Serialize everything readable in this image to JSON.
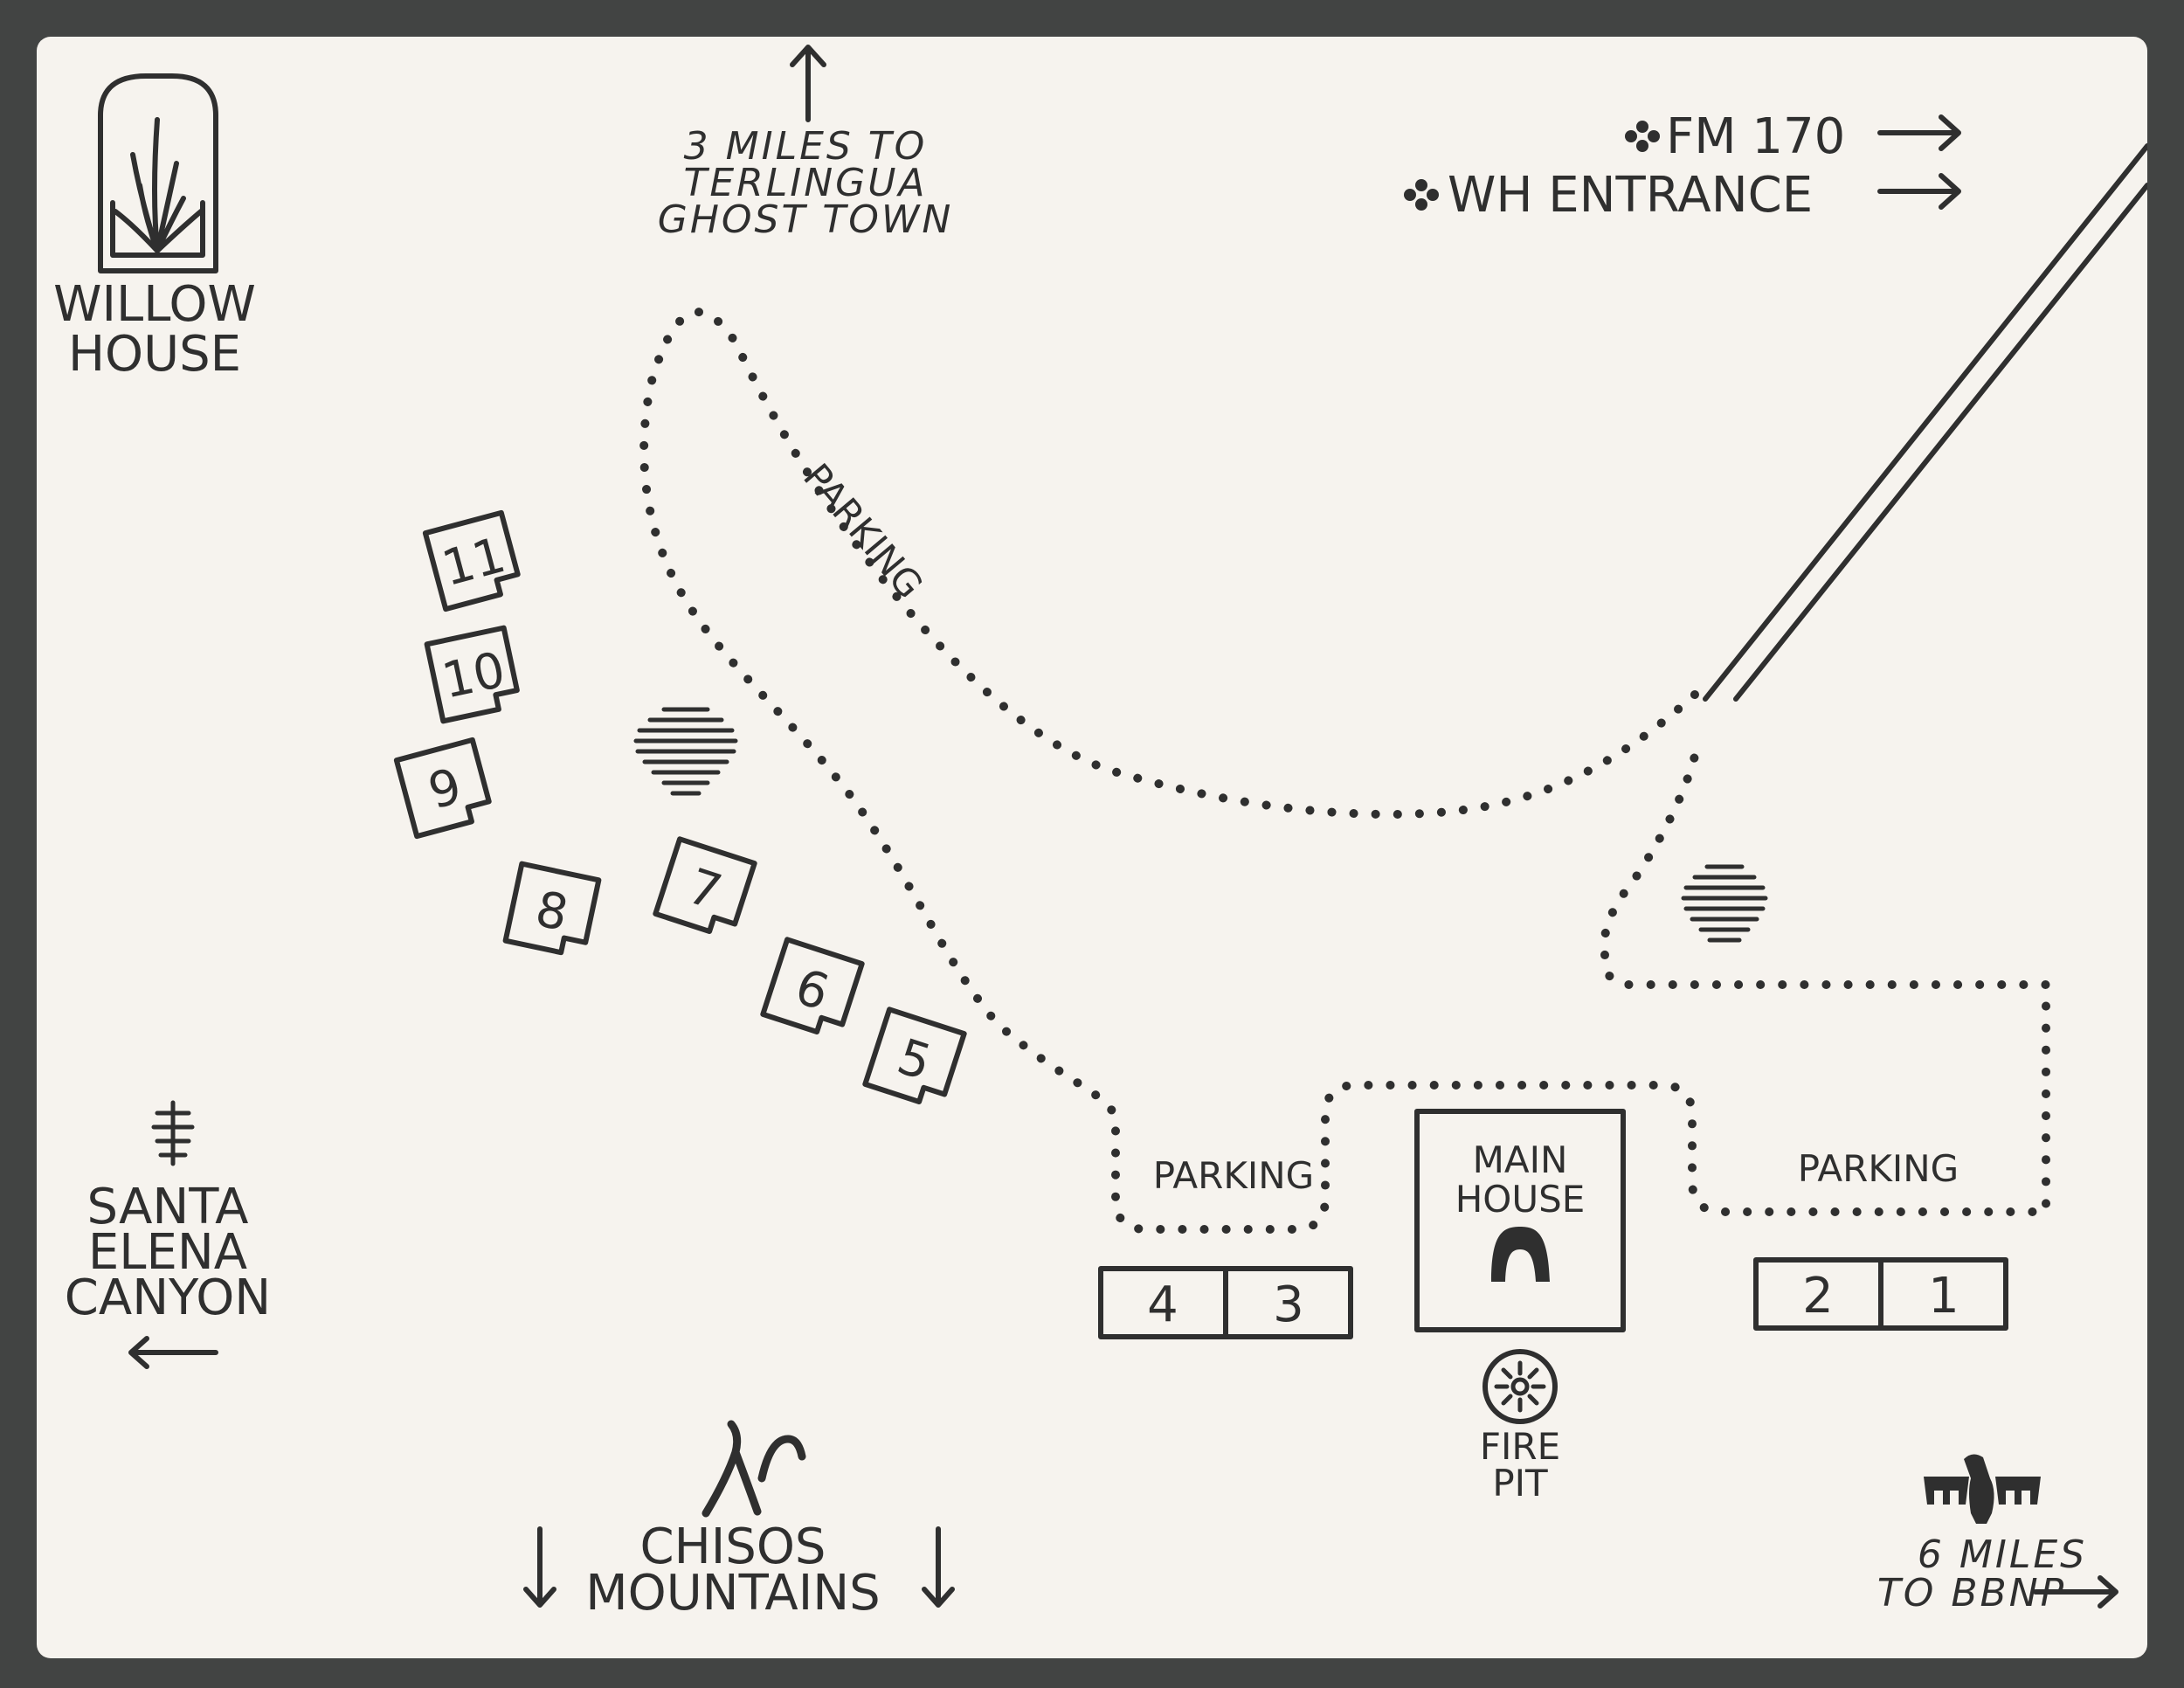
{
  "brand": {
    "line1": "WILLOW",
    "line2": "HOUSE"
  },
  "directions": {
    "terlingua": [
      "3 MILES TO",
      "TERLINGUA",
      "GHOST TOWN"
    ],
    "fm170": "FM 170",
    "wh_entrance": "WH ENTRANCE",
    "santa_elena": [
      "SANTA",
      "ELENA",
      "CANYON"
    ],
    "chisos": [
      "CHISOS",
      "MOUNTAINS"
    ],
    "bbnp": [
      "6 MILES",
      "TO BBNP"
    ]
  },
  "parking": {
    "upper": "PARKING",
    "left": "PARKING",
    "right": "PARKING"
  },
  "main_house": [
    "MAIN",
    "HOUSE"
  ],
  "fire_pit": [
    "FIRE",
    "PIT"
  ],
  "cabins": [
    "11",
    "10",
    "9",
    "8",
    "7",
    "6",
    "5"
  ],
  "units": [
    "4",
    "3",
    "2",
    "1"
  ],
  "colors": {
    "background": "#424443",
    "paper": "#f6f3ee",
    "ink": "#2f2f2f"
  },
  "icons": [
    "willow-house-logo-icon",
    "tree-icon",
    "mountains-icon",
    "thunderbird-icon",
    "fire-pit-icon",
    "arch-icon",
    "shrub-icon"
  ]
}
